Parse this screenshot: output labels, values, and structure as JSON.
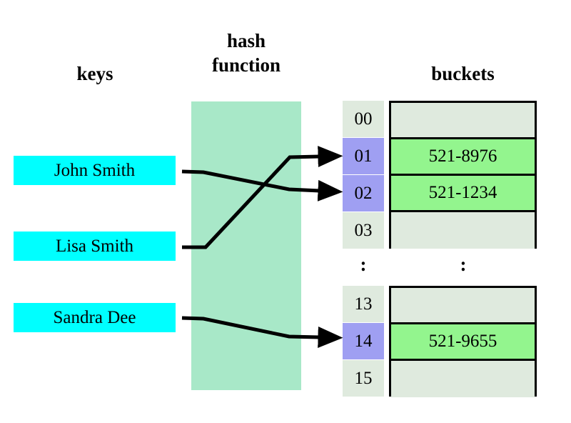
{
  "headings": {
    "keys": "keys",
    "hash_function": "hash\nfunction",
    "buckets": "buckets"
  },
  "keys": [
    {
      "label": "John Smith"
    },
    {
      "label": "Lisa Smith"
    },
    {
      "label": "Sandra Dee"
    }
  ],
  "colors": {
    "key_box": "#00FFFF",
    "hash_column": "#A8E8C8",
    "index_empty": "#DFEADE",
    "index_filled": "#9F9FF2",
    "bucket_empty": "#DFEADE",
    "bucket_filled": "#93F58E",
    "border": "#000000",
    "text": "#000000"
  },
  "table": {
    "top_section": [
      {
        "index": "00",
        "value": "",
        "filled": false
      },
      {
        "index": "01",
        "value": "521-8976",
        "filled": true
      },
      {
        "index": "02",
        "value": "521-1234",
        "filled": true
      },
      {
        "index": "03",
        "value": "",
        "filled": false
      }
    ],
    "ellipsis_index": ":",
    "ellipsis_bucket": ":",
    "bottom_section": [
      {
        "index": "13",
        "value": "",
        "filled": false
      },
      {
        "index": "14",
        "value": "521-9655",
        "filled": true
      },
      {
        "index": "15",
        "value": "",
        "filled": false
      }
    ]
  },
  "mappings": [
    {
      "from": "John Smith",
      "to": "02"
    },
    {
      "from": "Lisa Smith",
      "to": "01"
    },
    {
      "from": "Sandra Dee",
      "to": "14"
    }
  ]
}
